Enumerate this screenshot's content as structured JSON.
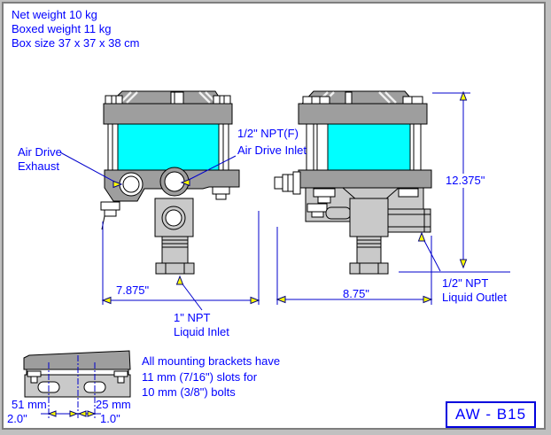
{
  "specs": {
    "net_weight": "Net weight 10 kg",
    "boxed_weight": "Boxed weight 11 kg",
    "box_size": "Box size 37 x 37 x 38 cm"
  },
  "labels": {
    "air_drive_exhaust": [
      "Air Drive",
      "Exhaust"
    ],
    "air_drive_inlet": [
      "1/2\" NPT(F)",
      "Air Drive Inlet"
    ],
    "liquid_inlet": [
      "1\" NPT",
      "Liquid Inlet"
    ],
    "liquid_outlet": [
      "1/2\" NPT",
      "Liquid Outlet"
    ]
  },
  "dimensions": {
    "front_width": "7.875\"",
    "side_width": "8.75\"",
    "overall_height": "12.375\"",
    "bracket_left_mm": "51 mm",
    "bracket_left_in": "2.0\"",
    "bracket_right_mm": "25 mm",
    "bracket_right_in": "1.0\""
  },
  "note": {
    "line1": "All mounting brackets have",
    "line2": "11 mm (7/16\") slots for",
    "line3": "10 mm (3/8\") bolts"
  },
  "model_badge": "AW - B15",
  "colors": {
    "text_blue": "#0000FF",
    "line_blue": "#0000CC",
    "arrow_yellow": "#FFFF00",
    "cylinder_cyan": "#00FFFF",
    "body_gray_dark": "#9E9E9E",
    "body_gray_light": "#C9C9C9"
  }
}
